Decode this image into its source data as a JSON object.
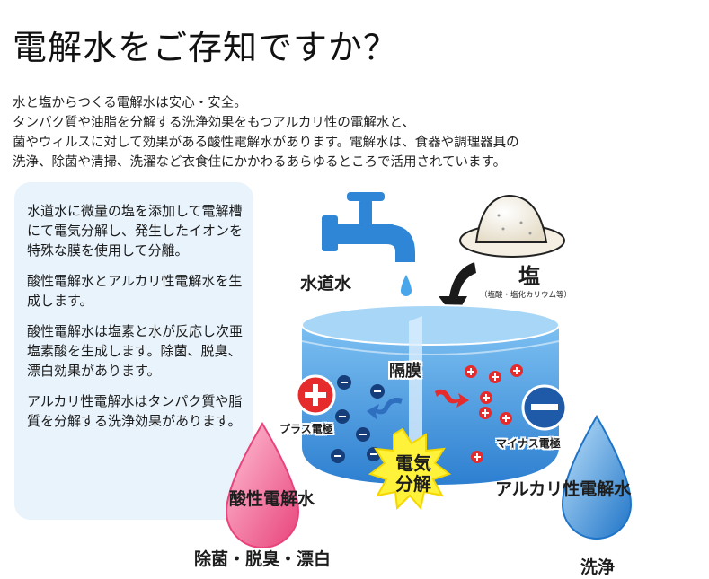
{
  "title": "電解水をご存知ですか？",
  "intro": [
    "水と塩からつくる電解水は安心・安全。",
    "タンパク質や油脂を分解する洗浄効果をもつアルカリ性の電解水と、",
    "菌やウィルスに対して効果がある酸性電解水があります。電解水は、食器や調理器具の",
    "洗浄、除菌や清掃、洗濯など衣食住にかかわるあらゆるところで活用されています。"
  ],
  "panel": {
    "paragraphs": [
      "水道水に微量の塩を添加して電解槽にて電気分解し、発生したイオンを特殊な膜を使用して分離。",
      "酸性電解水とアルカリ性電解水を生成します。",
      "酸性電解水は塩素と水が反応し次亜塩素酸を生成します。除菌、脱臭、漂白効果があります。",
      "アルカリ性電解水はタンパク質や脂質を分解する洗浄効果があります。"
    ]
  },
  "diagram": {
    "tap_water": "水道水",
    "salt": "塩",
    "salt_note": "（塩酸・塩化カリウム等）",
    "membrane": "隔膜",
    "plus_electrode": "プラス電極",
    "minus_electrode": "マイナス電極",
    "electrolysis": "電気分解",
    "acidic_water": "酸性電解水",
    "alkaline_water": "アルカリ性電解水",
    "acidic_effects": "除菌・脱臭・漂白",
    "alkaline_effects": "洗浄",
    "plus_symbol": "+",
    "minus_symbol": "−"
  },
  "colors": {
    "water_blue": "#3a8fdc",
    "water_light": "#9fd0f5",
    "acid_pink": "#ef5b8a",
    "alkali_blue": "#2f86d6",
    "plus_red": "#e52b2b",
    "minus_navy": "#1f5aa8",
    "burst_yellow": "#fff23a"
  }
}
